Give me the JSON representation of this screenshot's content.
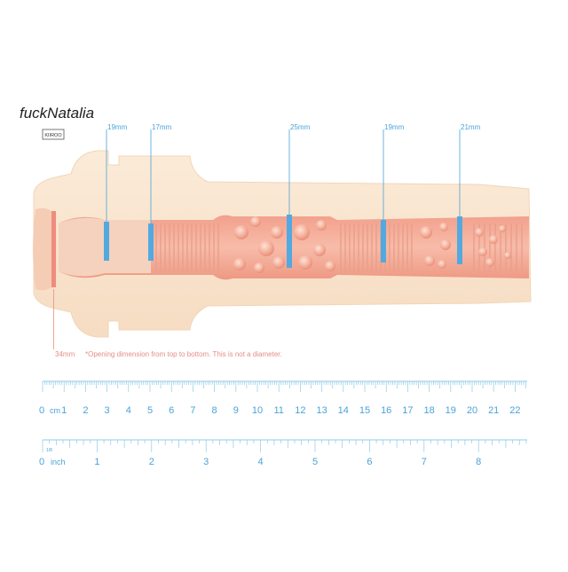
{
  "brand": {
    "logo_text": "fuckNatalia",
    "badge_text": "KIIROO"
  },
  "measurements": [
    {
      "label": "19mm",
      "value_mm": 19
    },
    {
      "label": "17mm",
      "value_mm": 17
    },
    {
      "label": "25mm",
      "value_mm": 25
    },
    {
      "label": "19mm",
      "value_mm": 19
    },
    {
      "label": "21mm",
      "value_mm": 21
    }
  ],
  "opening": {
    "label": "34mm",
    "note": "*Opening dimension from top to bottom. This is not a diameter."
  },
  "cm_ruler": {
    "unit": "cm",
    "ticks": [
      "0",
      "1",
      "2",
      "3",
      "4",
      "5",
      "6",
      "7",
      "8",
      "9",
      "10",
      "11",
      "12",
      "13",
      "14",
      "15",
      "16",
      "17",
      "18",
      "19",
      "20",
      "21",
      "22"
    ]
  },
  "inch_ruler": {
    "unit": "inch",
    "ticks": [
      "0",
      "1",
      "2",
      "3",
      "4",
      "5",
      "6",
      "7",
      "8"
    ],
    "fraction_label": "1/8"
  },
  "colors": {
    "accent_blue": "#4aa3d8",
    "sleeve_skin": "#f8e3cc",
    "canal_pink": "#f3a795",
    "note_salmon": "#e38e86"
  }
}
